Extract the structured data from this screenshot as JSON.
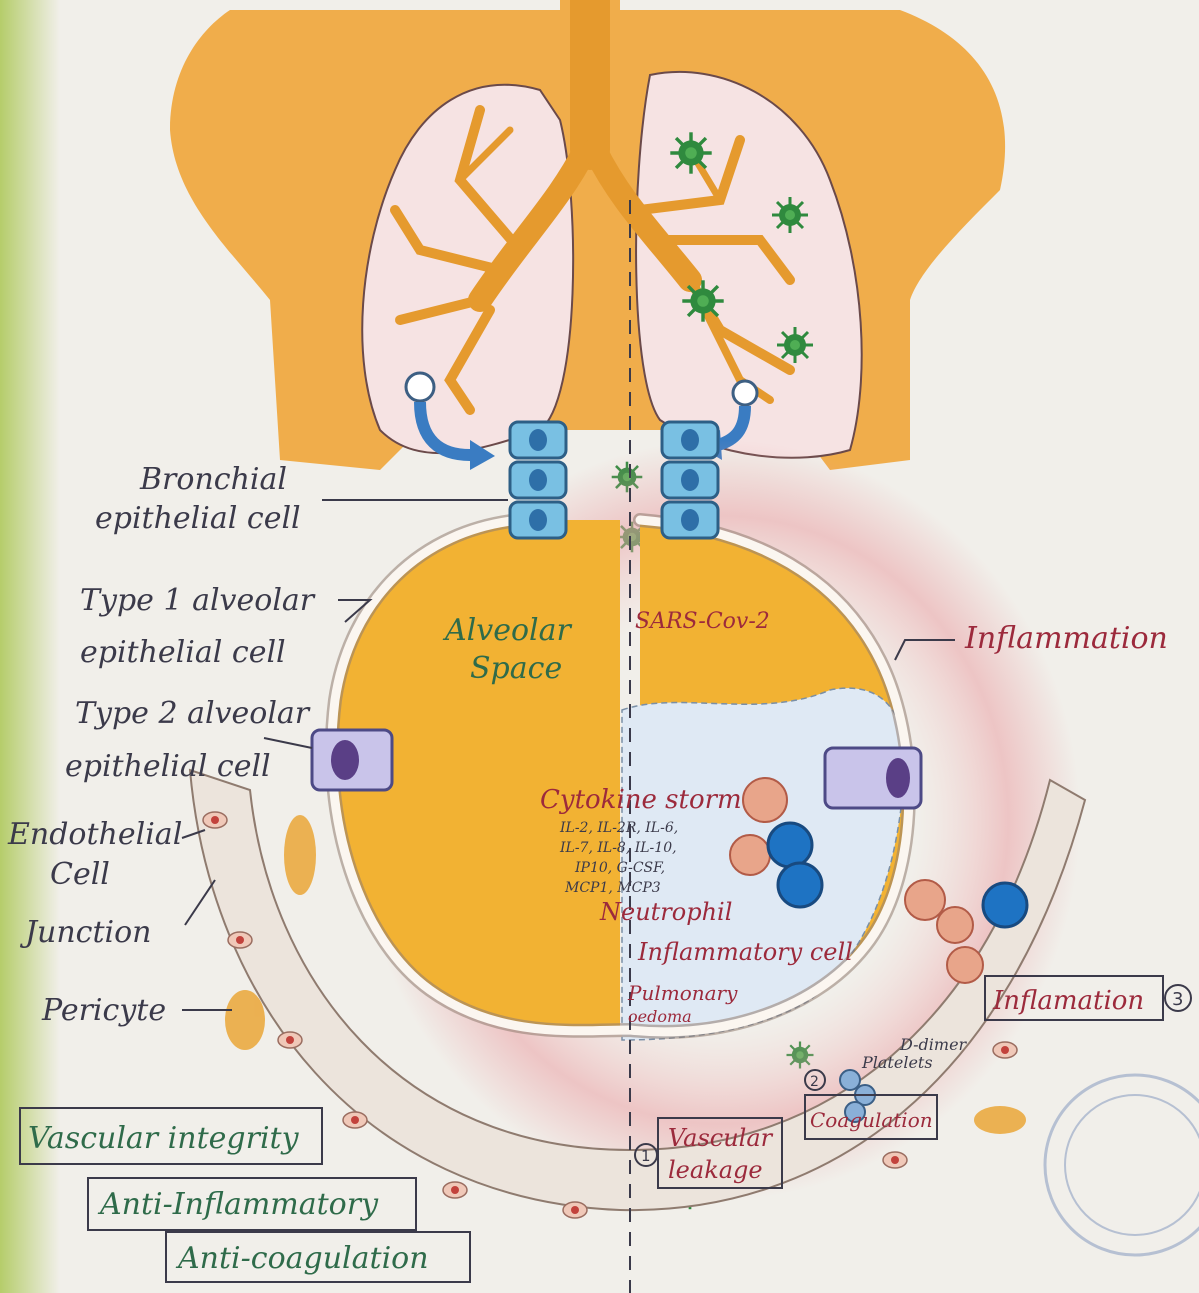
{
  "labels": {
    "bronchial_line1": "Bronchial",
    "bronchial_line2": "epithelial cell",
    "type1_line1": "Type 1 alveolar",
    "type1_line2": "epithelial cell",
    "type2_line1": "Type 2 alveolar",
    "type2_line2": "epithelial cell",
    "endothelial_line1": "Endothelial",
    "endothelial_line2": "Cell",
    "junction": "Junction",
    "pericyte": "Pericyte",
    "alveolar_line1": "Alveolar",
    "alveolar_line2": "Space",
    "virus": "SARS-Cov-2",
    "inflammation_right": "Inflammation",
    "cytokine_title": "Cytokine storm",
    "cytokine_line1": "IL-2, IL-2R, IL-6,",
    "cytokine_line2": "IL-7, IL-8, IL-10,",
    "cytokine_line3": "IP10, G-CSF,",
    "cytokine_line4": "MCP1, MCP3",
    "neutrophil": "Neutrophil",
    "inflammatory_cell": "Inflammatory cell",
    "pulmonary_line1": "Pulmonary",
    "pulmonary_line2": "oedoma",
    "inflamation_box": "Inflamation",
    "inflamation_num": "3",
    "d_dimer": "D-dimer",
    "platelets": "Platelets",
    "coagulation_box": "Coagulation",
    "coagulation_num": "2",
    "vascular_line1": "Vascular",
    "vascular_line2": "leakage",
    "vascular_num": "1"
  },
  "legend": {
    "vascular_integrity": "Vascular integrity",
    "anti_inflammatory": "Anti-Inflammatory",
    "anti_coagulation": "Anti-coagulation"
  },
  "colors": {
    "body_orange": "#f0a53a",
    "alveolar_yellow": "#f2b233",
    "cell_blue": "#6fb6dc",
    "virus_green": "#2f8a3e",
    "inflammation_pink": "#e8a6a8",
    "ink": "#3b3a4a",
    "box_green": "#2f6b4a",
    "red_ink": "#9c2a3c"
  }
}
